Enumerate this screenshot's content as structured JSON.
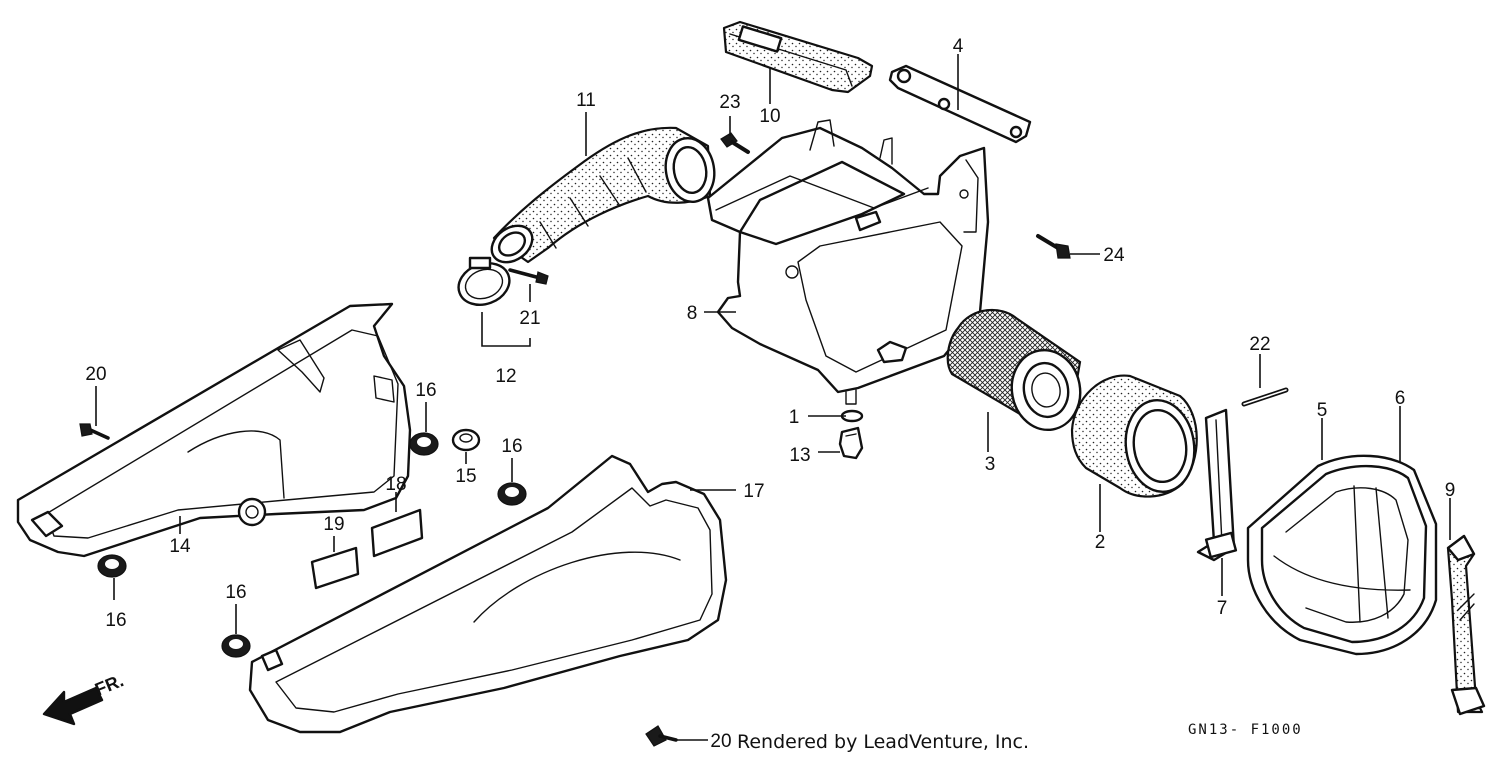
{
  "diagram": {
    "callouts": [
      {
        "id": "c1",
        "label": "1"
      },
      {
        "id": "c2",
        "label": "2"
      },
      {
        "id": "c3",
        "label": "3"
      },
      {
        "id": "c4",
        "label": "4"
      },
      {
        "id": "c5",
        "label": "5"
      },
      {
        "id": "c6",
        "label": "6"
      },
      {
        "id": "c7",
        "label": "7"
      },
      {
        "id": "c8",
        "label": "8"
      },
      {
        "id": "c9",
        "label": "9"
      },
      {
        "id": "c10",
        "label": "10"
      },
      {
        "id": "c11",
        "label": "11"
      },
      {
        "id": "c12",
        "label": "12"
      },
      {
        "id": "c13",
        "label": "13"
      },
      {
        "id": "c14",
        "label": "14"
      },
      {
        "id": "c15",
        "label": "15"
      },
      {
        "id": "c16a",
        "label": "16"
      },
      {
        "id": "c16b",
        "label": "16"
      },
      {
        "id": "c16c",
        "label": "16"
      },
      {
        "id": "c16d",
        "label": "16"
      },
      {
        "id": "c17",
        "label": "17"
      },
      {
        "id": "c18",
        "label": "18"
      },
      {
        "id": "c19",
        "label": "19"
      },
      {
        "id": "c20a",
        "label": "20"
      },
      {
        "id": "c20b",
        "label": "20"
      },
      {
        "id": "c21",
        "label": "21"
      },
      {
        "id": "c22",
        "label": "22"
      },
      {
        "id": "c23",
        "label": "23"
      },
      {
        "id": "c24",
        "label": "24"
      }
    ],
    "front_marker": "FR.",
    "credit": "Rendered by LeadVenture, Inc.",
    "drawing_code": "GN13- F1000"
  }
}
